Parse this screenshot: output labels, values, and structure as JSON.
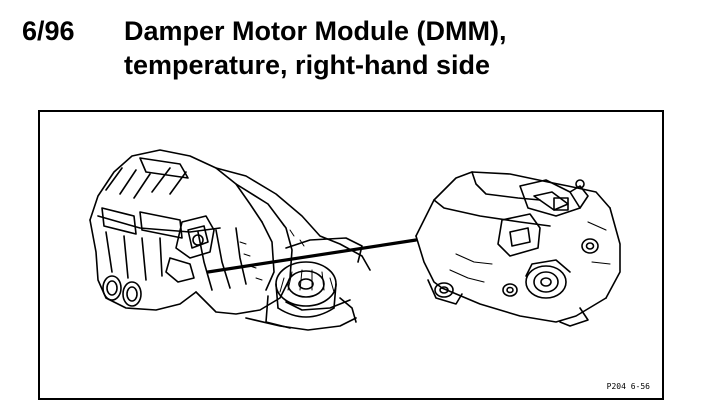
{
  "header": {
    "page_number": "6/96",
    "title_line1": "Damper Motor Module (DMM),",
    "title_line2": "temperature, right-hand side"
  },
  "figure": {
    "code": "P204 6-56"
  }
}
